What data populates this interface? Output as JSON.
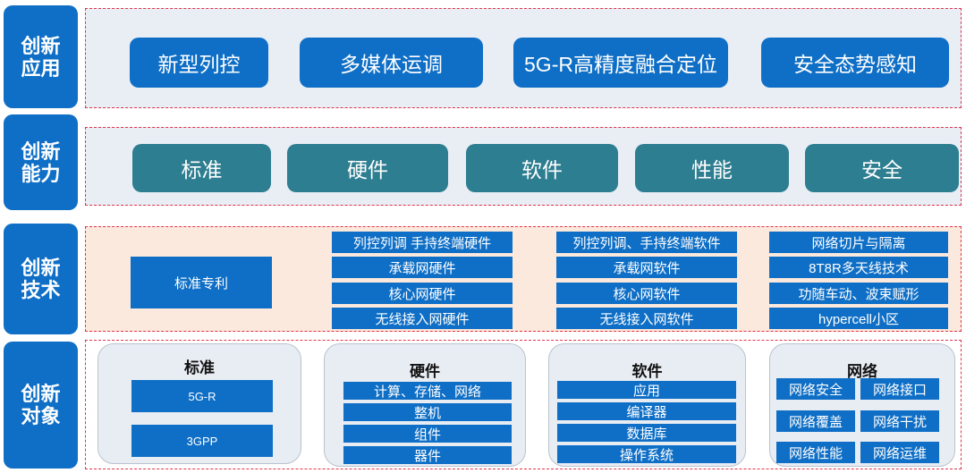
{
  "rows": {
    "application": {
      "label": "创新应用",
      "items": [
        "新型列控",
        "多媒体运调",
        "5G-R高精度融合定位",
        "安全态势感知"
      ]
    },
    "capability": {
      "label": "创新能力",
      "items": [
        "标准",
        "硬件",
        "软件",
        "性能",
        "安全"
      ]
    },
    "technology": {
      "label": "创新技术",
      "patent": "标准专利",
      "hardware": [
        "列控列调 手持终端硬件",
        "承载网硬件",
        "核心网硬件",
        "无线接入网硬件"
      ],
      "software": [
        "列控列调、手持终端软件",
        "承载网软件",
        "核心网软件",
        "无线接入网软件"
      ],
      "network": [
        "网络切片与隔离",
        "8T8R多天线技术",
        "功随车动、波束赋形",
        "hypercell小区"
      ]
    },
    "object": {
      "label": "创新对象",
      "standard": {
        "title": "标准",
        "items": [
          "5G-R",
          "3GPP"
        ]
      },
      "hardware": {
        "title": "硬件",
        "items": [
          "计算、存储、网络",
          "整机",
          "组件",
          "器件"
        ]
      },
      "software": {
        "title": "软件",
        "items": [
          "应用",
          "编译器",
          "数据库",
          "操作系统"
        ]
      },
      "network": {
        "title": "网络",
        "items": [
          "网络安全",
          "网络接口",
          "网络覆盖",
          "网络干扰",
          "网络性能",
          "网络运维"
        ]
      }
    }
  },
  "colors": {
    "primary_blue": "#0f6fc6",
    "teal": "#2e7e91",
    "dashed_red": "#e0344c",
    "zone_blue": "#e9eef5",
    "zone_peach": "#fbe9dd"
  }
}
